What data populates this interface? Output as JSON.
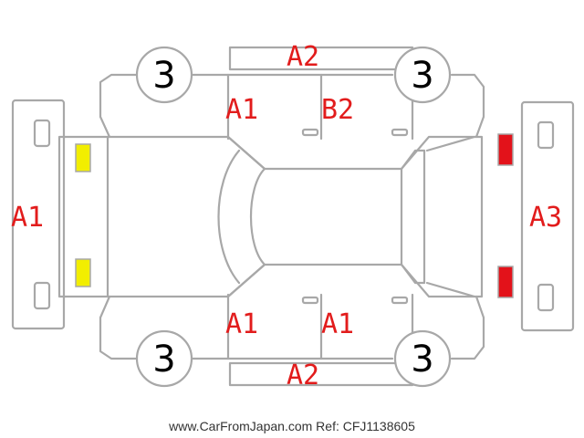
{
  "labels": {
    "top_bumper_grade": "A2",
    "left_front_grade": "A1",
    "right_front_grade": "B2",
    "front_panel_grade": "A1",
    "rear_panel_grade": "A3",
    "left_rear_grade": "A1",
    "right_rear_grade": "A1",
    "bottom_bumper_grade": "A2"
  },
  "wheels": {
    "top_left": "3",
    "top_right": "3",
    "bottom_left": "3",
    "bottom_right": "3"
  },
  "lights": {
    "front_color": "#f2ee00",
    "rear_color": "#e3121a"
  },
  "footer": {
    "watermark": "www.CarFromJapan.com Ref: CFJ1138605"
  }
}
